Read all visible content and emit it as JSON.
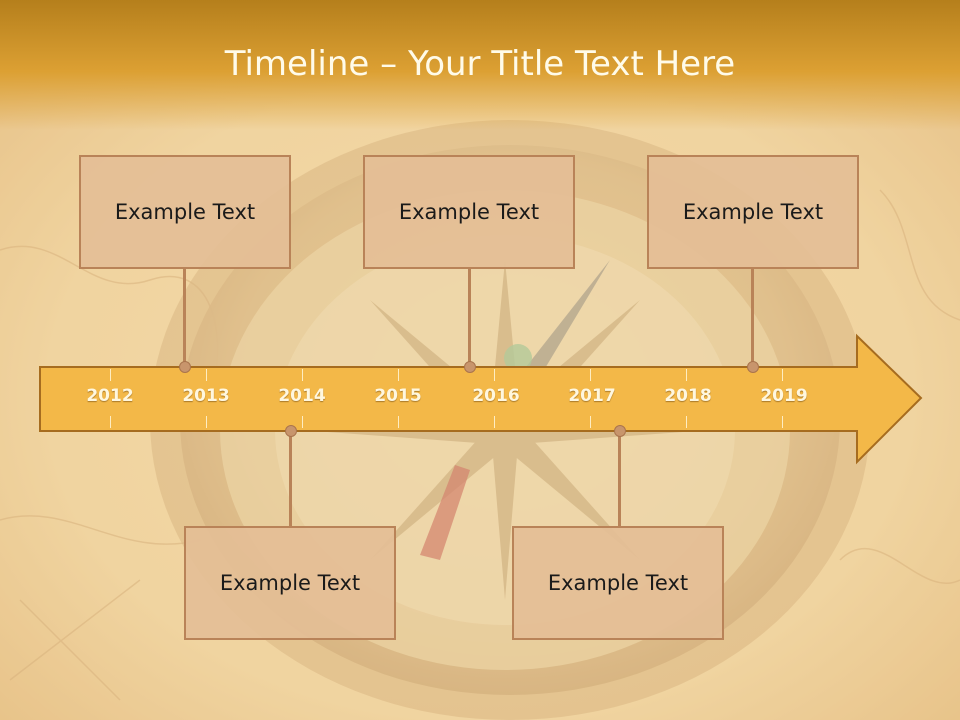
{
  "title": "Timeline – Your Title Text Here",
  "colors": {
    "title_band": "#d9992c",
    "arrow_fill": "#f3b848",
    "arrow_stroke": "#a66c1f",
    "box_fill": "#e4be96",
    "box_border": "#b98358"
  },
  "years": [
    "2012",
    "2013",
    "2014",
    "2015",
    "2016",
    "2017",
    "2018",
    "2019"
  ],
  "events_top": [
    {
      "text": "Example Text"
    },
    {
      "text": "Example Text"
    },
    {
      "text": "Example Text"
    }
  ],
  "events_bottom": [
    {
      "text": "Example Text"
    },
    {
      "text": "Example Text"
    }
  ],
  "background": "compass-on-map-photo"
}
